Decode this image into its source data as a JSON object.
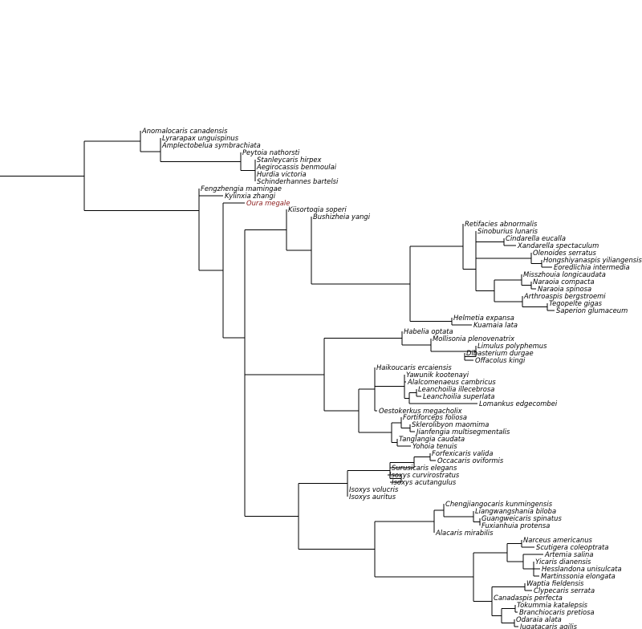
{
  "colors": {
    "branch": "#000000",
    "label": "#000000",
    "highlight": "#8b1a1a"
  },
  "tree": {
    "highlight_taxon": "Oura megale",
    "taxa": [
      "Anomalocaris canadensis",
      "Lyrarapax unguispinus",
      "Amplectobelua symbrachiata",
      "Peytoia nathorsti",
      "Stanleycaris hirpex",
      "Aegirocassis benmoulai",
      "Hurdia victoria",
      "Schinderhannes bartelsi",
      "Fengzhengia mamingae",
      "Kylinxia zhangi",
      "Oura megale",
      "Kiisortoqia soperi",
      "Bushizheia yangi",
      "Retifacies abnormalis",
      "Sinoburius lunaris",
      "Cindarella eucalla",
      "Xandarella spectaculum",
      "Olenoides serratus",
      "Hongshiyanaspis yiliangensis",
      "Eoredlichia intermedia",
      "Misszhouia longicaudata",
      "Naraoia compacta",
      "Naraoia spinosa",
      "Arthroaspis bergstroemi",
      "Tegopelte gigas",
      "Saperion glumaceum",
      "Helmetia expansa",
      "Kuamaia lata",
      "Habelia optata",
      "Mollisonia plenovenatrix",
      "Limulus polyphemus",
      "Dibasterium durgae",
      "Offacolus kingi",
      "Haikoucaris ercaiensis",
      "Yawunik kootenayi",
      "Alalcomenaeus cambricus",
      "Leanchoilia illecebrosa",
      "Leanchoilia superlata",
      "Lomankus edgecombei",
      "Oestokerkus megacholix",
      "Fortiforceps foliosa",
      "Sklerolibyon maomima",
      "Jianfengia multisegmentalis",
      "Tanglangia caudata",
      "Yohoia tenuis",
      "Forfexicaris valida",
      "Occacaris oviformis",
      "Surusicaris elegans",
      "Isoxys curvirostratus",
      "Isoxys acutangulus",
      "Isoxys volucris",
      "Isoxys auritus",
      "Chengjiangocaris kunmingensis",
      "Liangwangshania biloba",
      "Guangweicaris spinatus",
      "Fuxianhuia protensa",
      "Alacaris mirabilis",
      "Narceus americanus",
      "Scutigera coleoptrata",
      "Artemia salina",
      "Yicaris dianensis",
      "Hesslandona unisulcata",
      "Martinssonia elongata",
      "Waptia fieldensis",
      "Clypecaris serrata",
      "Canadaspis perfecta",
      "Tokummia katalepsis",
      "Branchiocaris pretiosa",
      "Odaraia alata",
      "Jugatacaris agilis"
    ]
  }
}
